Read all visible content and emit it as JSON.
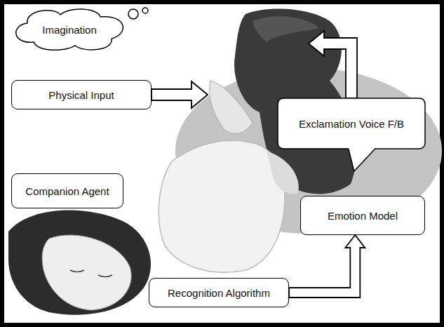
{
  "diagram": {
    "nodes": [
      {
        "text": [
          "Imagination"
        ]
      },
      {
        "text": [
          "Physical Input"
        ]
      },
      {
        "text": [
          "Exclamation Voice F/B"
        ]
      },
      {
        "text": [
          "Companion Agent"
        ]
      },
      {
        "text": [
          "Emotion Model"
        ]
      },
      {
        "text": [
          "Recognition Algorithm"
        ]
      }
    ],
    "edges": [
      {
        "from": 5,
        "to": 4,
        "arrow": "to"
      }
    ]
  }
}
